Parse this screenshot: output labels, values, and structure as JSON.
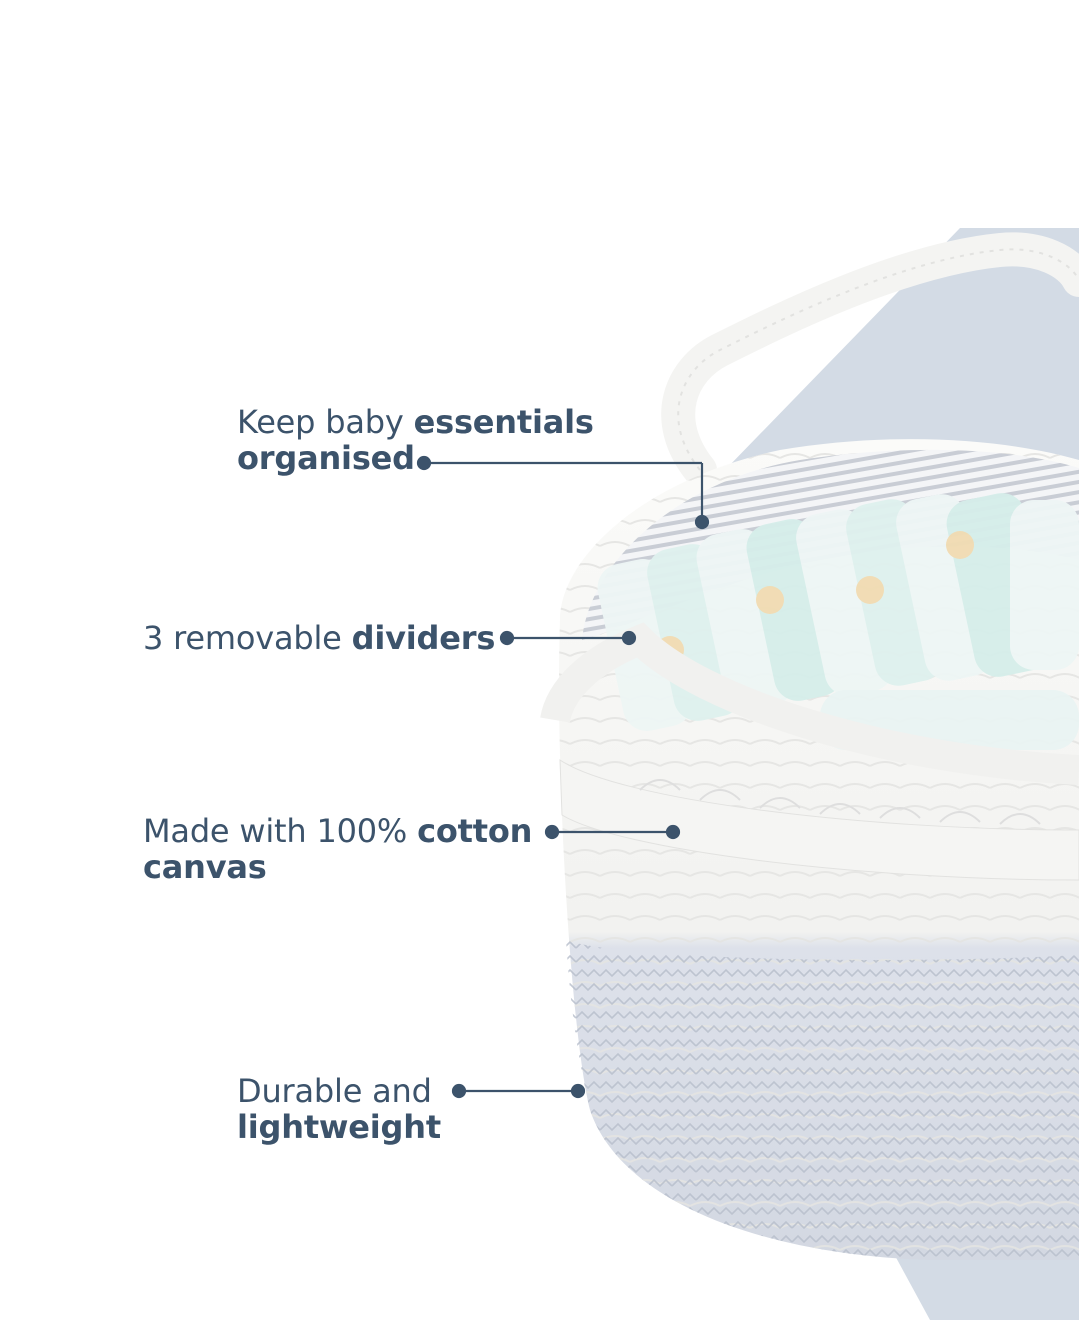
{
  "colors": {
    "text": "#3c536b",
    "leader_line": "#3c536b",
    "backdrop": "#cfd8e3",
    "basket_white": "#f7f7f5",
    "basket_grey": "#d9dde6",
    "diaper_teal": "#9fd8cf"
  },
  "product_image": {
    "name": "baby-diaper-caddy-basket",
    "description_icon": "rope-basket-with-handle"
  },
  "callouts": [
    {
      "id": "essentials",
      "normal": "Keep baby ",
      "bold": "essentials",
      "line2_bold": "organised"
    },
    {
      "id": "dividers",
      "normal": "3 removable ",
      "bold": "dividers"
    },
    {
      "id": "cotton",
      "normal": "Made with 100% ",
      "bold": "cotton",
      "line2_bold": "canvas"
    },
    {
      "id": "durable",
      "normal": "Durable and",
      "bold": "",
      "line2_bold": "lightweight"
    }
  ]
}
